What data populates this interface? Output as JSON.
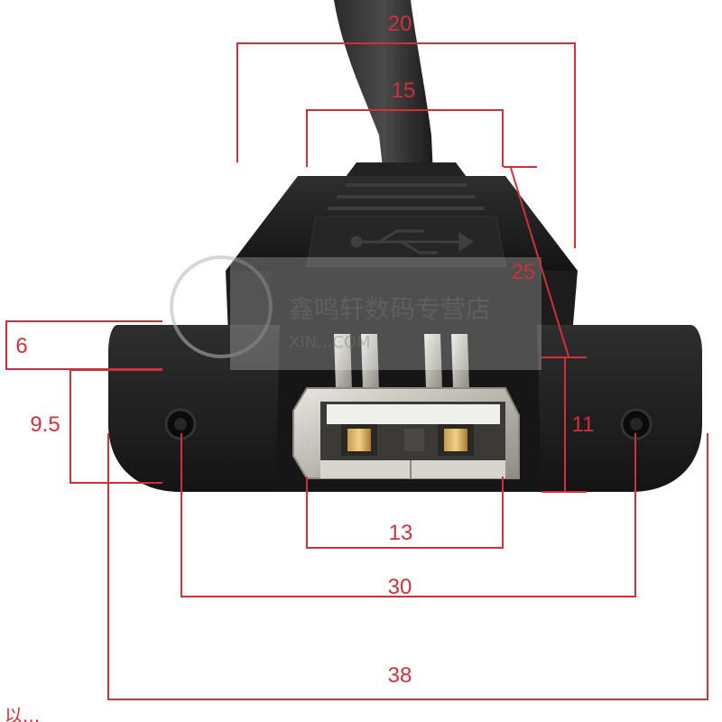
{
  "colors": {
    "dimension": "#d0303a",
    "connector_body": "#1b1b1b",
    "metal_shell": "#c9c6c0",
    "background": "#ffffff"
  },
  "dimensions": {
    "top_outer_width": "20",
    "top_inner_width": "15",
    "body_height": "25",
    "ear_thickness": "6",
    "ear_height": "9.5",
    "side_height": "11",
    "port_width": "13",
    "hole_spacing": "30",
    "overall_width": "38"
  },
  "product": {
    "usb_symbol": "usb-trident-icon"
  },
  "watermark": {
    "shop_name": "鑫鸣轩数码专营店",
    "url": "XIN...COM"
  },
  "footer": {
    "text": "以..."
  }
}
